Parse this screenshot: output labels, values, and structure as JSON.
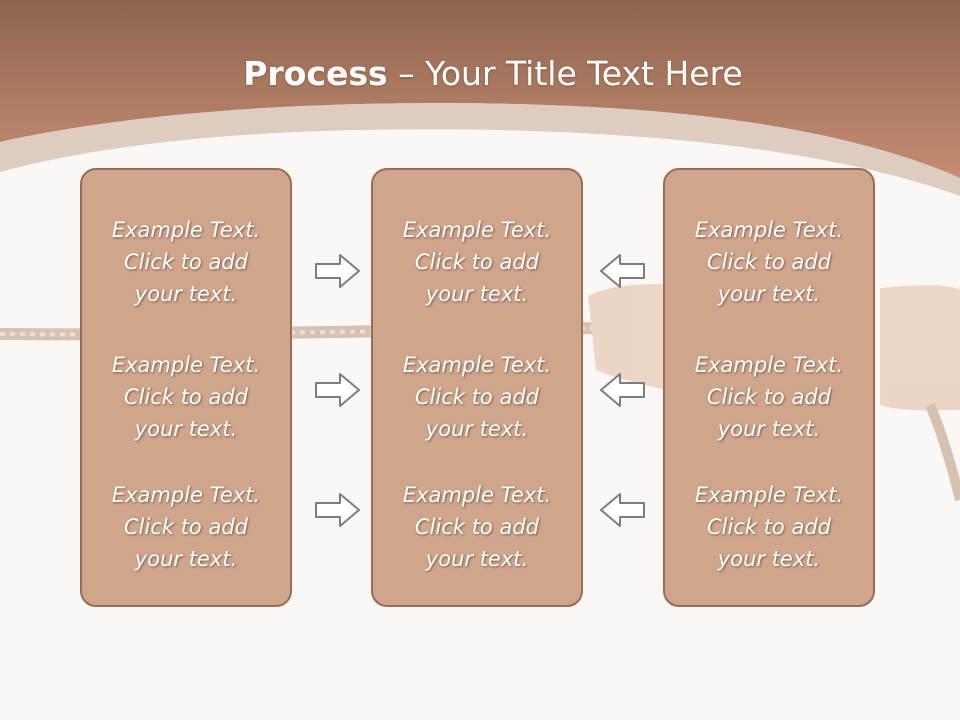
{
  "slide": {
    "title_bold": "Process",
    "title_rest": " – Your Title Text Here",
    "colors": {
      "header": "#b5806a",
      "panel": "#cfa58c",
      "panel_border": "#9a6c55",
      "background": "#fbf7f4",
      "text": "#ffffff"
    }
  },
  "columns": [
    {
      "items": [
        [
          "Example Text.",
          "Click  to add",
          "your text."
        ],
        [
          "Example Text.",
          "Click  to add",
          "your text."
        ],
        [
          "Example Text.",
          "Click  to add",
          "your text."
        ]
      ]
    },
    {
      "items": [
        [
          "Example Text.",
          "Click  to add",
          "your text."
        ],
        [
          "Example Text.",
          "Click  to add",
          "your text."
        ],
        [
          "Example Text.",
          "Click  to add",
          "your text."
        ]
      ]
    },
    {
      "items": [
        [
          "Example Text.",
          "Click  to add",
          "your text."
        ],
        [
          "Example Text.",
          "Click  to add",
          "your text."
        ],
        [
          "Example Text.",
          "Click  to add",
          "your text."
        ]
      ]
    }
  ],
  "arrows": {
    "left_group": "right-arrow-icon",
    "right_group": "left-arrow-icon"
  }
}
